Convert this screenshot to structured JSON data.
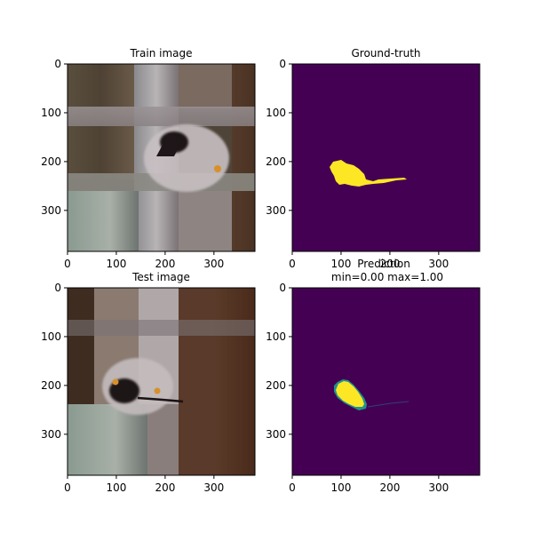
{
  "colors": {
    "viridis_low": "#440154",
    "viridis_high": "#fde725",
    "viridis_edge_mid": "#21918c",
    "viridis_edge_light": "#5ec962",
    "axis": "#000000"
  },
  "chart_data": [
    {
      "type": "heatmap",
      "id": "train",
      "title": "Train image",
      "image_kind": "photograph (RGB)",
      "xlim": [
        0,
        384
      ],
      "ylim": [
        384,
        0
      ],
      "xticks": [
        "0",
        "100",
        "200",
        "300"
      ],
      "yticks": [
        "0",
        "100",
        "200",
        "300"
      ],
      "xtick_values": [
        0,
        100,
        200,
        300
      ],
      "ytick_values": [
        0,
        100,
        200,
        300
      ]
    },
    {
      "type": "heatmap",
      "id": "gt",
      "title": "Ground-truth",
      "image_kind": "binary mask (viridis)",
      "value_range": [
        0,
        1
      ],
      "xlim": [
        0,
        384
      ],
      "ylim": [
        384,
        0
      ],
      "xticks": [
        "0",
        "100",
        "200",
        "300"
      ],
      "yticks": [
        "0",
        "100",
        "200",
        "300"
      ],
      "xtick_values": [
        0,
        100,
        200,
        300
      ],
      "ytick_values": [
        0,
        100,
        200,
        300
      ]
    },
    {
      "type": "heatmap",
      "id": "test",
      "title": "Test image",
      "image_kind": "photograph (RGB)",
      "xlim": [
        0,
        384
      ],
      "ylim": [
        384,
        0
      ],
      "xticks": [
        "0",
        "100",
        "200",
        "300"
      ],
      "yticks": [
        "0",
        "100",
        "200",
        "300"
      ],
      "xtick_values": [
        0,
        100,
        200,
        300
      ],
      "ytick_values": [
        0,
        100,
        200,
        300
      ]
    },
    {
      "type": "heatmap",
      "id": "pred",
      "title": "Prediction",
      "subtitle": "min=0.00 max=1.00",
      "image_kind": "probability map (viridis)",
      "value_range": [
        0,
        1
      ],
      "xlim": [
        0,
        384
      ],
      "ylim": [
        384,
        0
      ],
      "xticks": [
        "0",
        "100",
        "200",
        "300"
      ],
      "yticks": [
        "0",
        "100",
        "200",
        "300"
      ],
      "xtick_values": [
        0,
        100,
        200,
        300
      ],
      "ytick_values": [
        0,
        100,
        200,
        300
      ]
    }
  ]
}
